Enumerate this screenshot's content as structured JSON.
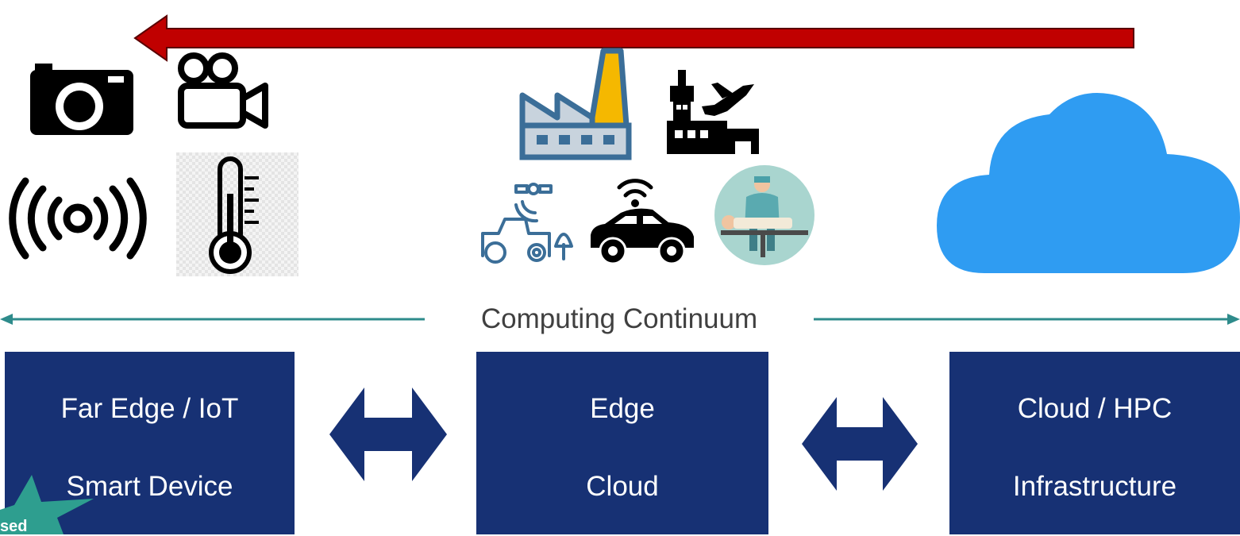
{
  "continuum": {
    "label": "Computing Continuum"
  },
  "tiers": [
    {
      "line1": "Far Edge / IoT",
      "line2": "Smart Device"
    },
    {
      "line1": "Edge",
      "line2": "Cloud"
    },
    {
      "line1": "Cloud / HPC",
      "line2": "Infrastructure"
    }
  ],
  "badge": {
    "text": "sed"
  },
  "colors": {
    "box": "#173174",
    "red_arrow": "#c00000",
    "teal_line": "#2e8b8b",
    "cloud": "#2f9cf2",
    "factory": "#3b6e98",
    "factory_chimney": "#f5b800",
    "badge": "#2e9e8f"
  },
  "icons": [
    "camera-icon",
    "video-camera-icon",
    "signal-broadcast-icon",
    "thermometer-icon",
    "factory-icon",
    "airport-icon",
    "smart-tractor-icon",
    "connected-car-icon",
    "surgery-icon",
    "cloud-icon"
  ]
}
